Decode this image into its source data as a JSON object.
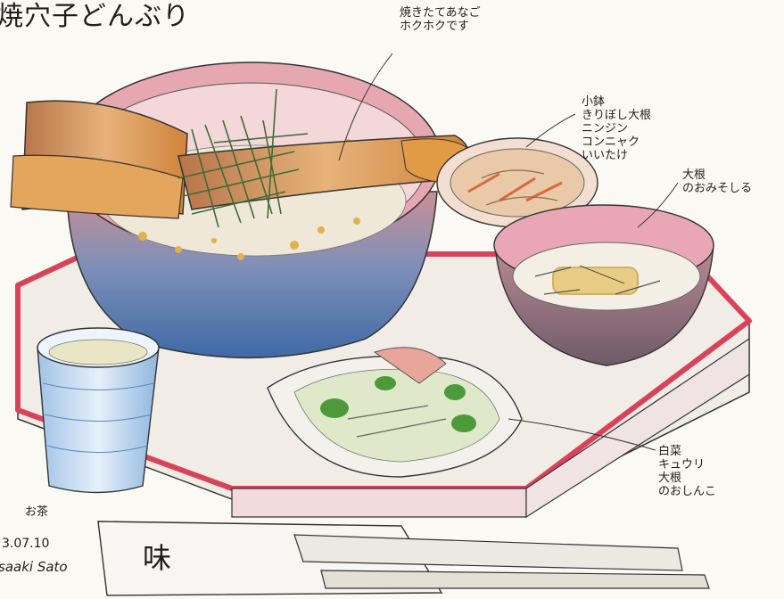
{
  "title": "焼穴子どんぶり",
  "notes": {
    "anago": "焼きたてあなご\nホクホクです",
    "kobachi": "小鉢\nきりぼし大根\nニンジン\nコンニャク\nいいたけ",
    "misoshiru": "大根\nのおみそしる",
    "oshinko": "白菜\nキュウリ\n大根\nのおしんこ",
    "tea": "お茶"
  },
  "date": "3.07.10",
  "signature": "saaki Sato",
  "chopstick_wrapper": "味",
  "colors": {
    "paper": "#fbf9f4",
    "tray_rim": "#d9435a",
    "bowl_outer": "#5d7fae",
    "bowl_rim": "#e7a7b0",
    "eel": "#d98a3e",
    "shadow_blue": "#6c9fd6"
  }
}
